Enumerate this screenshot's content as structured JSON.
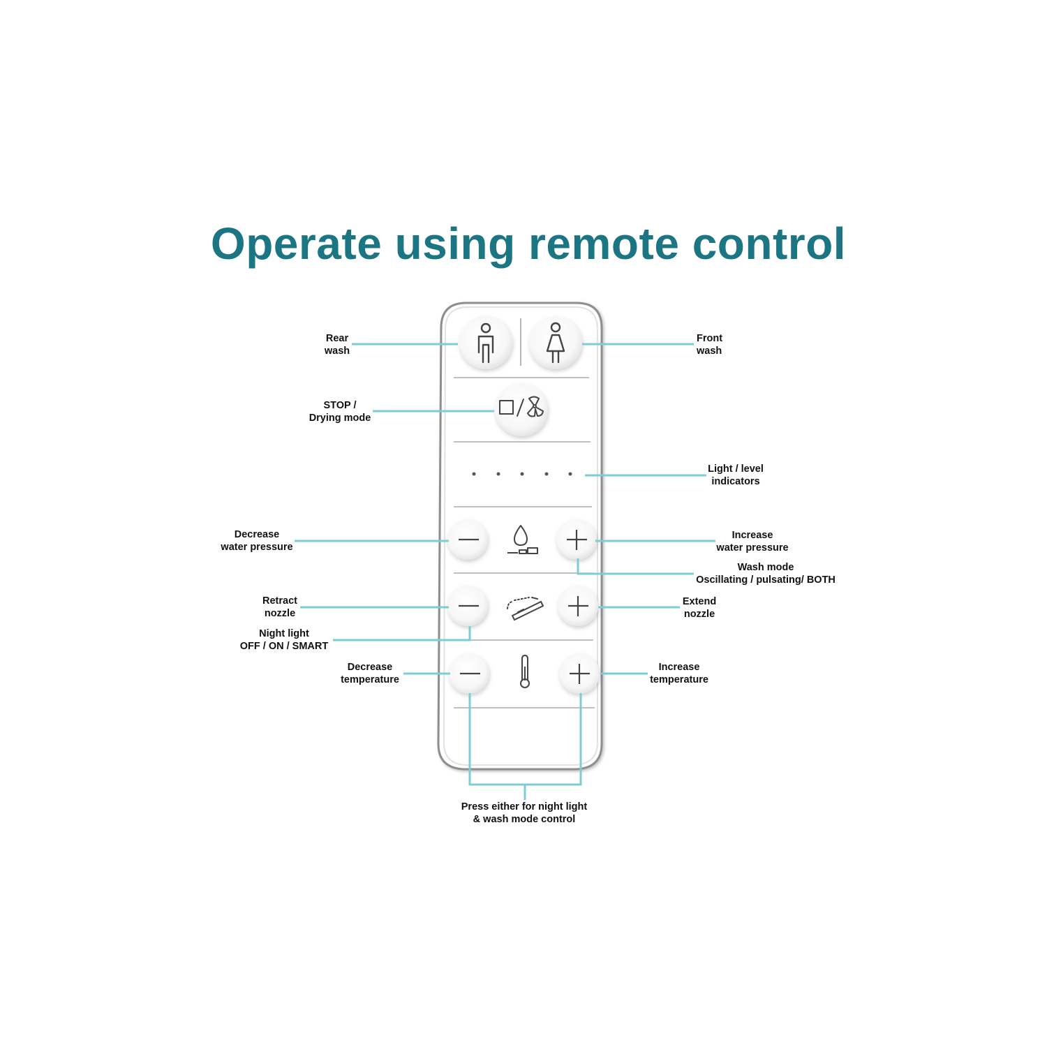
{
  "title": "Operate using remote control",
  "colors": {
    "title": "#1b7582",
    "leader_line": "#7ecdd6",
    "remote_body": "#ffffff",
    "remote_edge": "#9a9a9a",
    "icon_stroke": "#444444"
  },
  "callouts": {
    "rear_wash": [
      "Rear",
      "wash"
    ],
    "front_wash": [
      "Front",
      "wash"
    ],
    "stop_drying": [
      "STOP /",
      "Drying mode"
    ],
    "light_level": [
      "Light / level",
      "indicators"
    ],
    "decrease_water_pressure": [
      "Decrease",
      "water pressure"
    ],
    "increase_water_pressure": [
      "Increase",
      "water pressure"
    ],
    "wash_mode": [
      "Wash mode",
      "Oscillating / pulsating/ BOTH"
    ],
    "retract_nozzle": [
      "Retract",
      "nozzle"
    ],
    "extend_nozzle": [
      "Extend",
      "nozzle"
    ],
    "night_light": [
      "Night light",
      "OFF / ON / SMART"
    ],
    "decrease_temperature": [
      "Decrease",
      "temperature"
    ],
    "increase_temperature": [
      "Increase",
      "temperature"
    ],
    "press_either": [
      "Press either for night light",
      "& wash mode control"
    ]
  },
  "icons": {
    "rear_wash_button": "male-figure-icon",
    "front_wash_button": "female-figure-icon",
    "stop_dry_button": "stop-square-fan-icon",
    "pressure_row": "water-drop-pressure-icon",
    "nozzle_row": "nozzle-icon",
    "temperature_row": "thermometer-icon",
    "minus": "minus-icon",
    "plus": "plus-icon"
  },
  "level_indicator_count": 5
}
